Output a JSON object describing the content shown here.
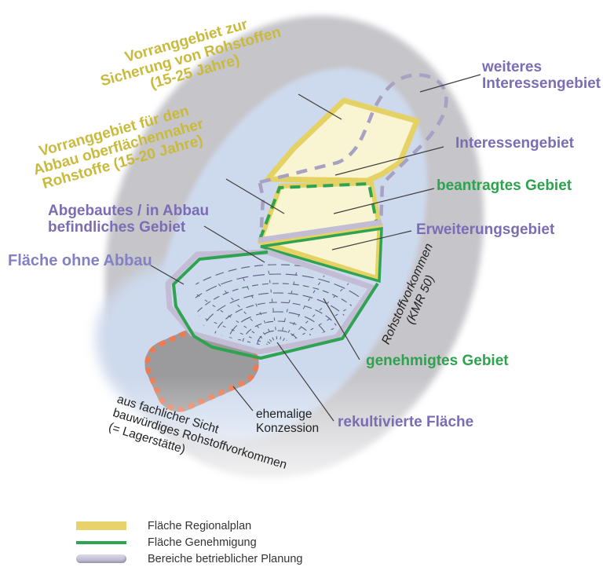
{
  "diagram": {
    "labels": {
      "vorrang_sicherung": "Vorranggebiet zur\nSicherung von Rohstoffen\n(15-25 Jahre)",
      "vorrang_abbau": "Vorranggebiet für den\nAbbau oberflächennaher\nRohstoffe (15-20 Jahre)",
      "weiteres_interessengebiet": "weiteres\nInteressengebiet",
      "interessengebiet": "Interessengebiet",
      "beantragtes_gebiet": "beantragtes Gebiet",
      "erweiterungsgebiet": "Erweiterungsgebiet",
      "abgebautes_gebiet": "Abgebautes / in Abbau\nbefindliches Gebiet",
      "flaeche_ohne_abbau": "Fläche ohne Abbau",
      "genehmigtes_gebiet": "genehmigtes Gebiet",
      "rekultivierte_flaeche": "rekultivierte Fläche",
      "ehemalige_konzession": "ehemalige\nKonzession",
      "rohstoffvorkommen": "Rohstoffvorkommen\n(KMR 50)",
      "lagerstaette": "aus fachlicher Sicht\nbauwürdiges Rohstoffvorkommen\n(= Lagerstätte)"
    },
    "legend": {
      "items": [
        {
          "id": "regionalplan",
          "label": "Fläche Regionalplan"
        },
        {
          "id": "genehmigung",
          "label": "Fläche Genehmigung"
        },
        {
          "id": "betriebliche_planung",
          "label": "Bereiche betrieblicher Planung"
        }
      ]
    },
    "colors": {
      "regionalplan_yellow": "#e5d265",
      "genehmigung_green": "#2fa352",
      "planung_lavender": "#c2bdd5",
      "interessengebiet_dash": "#a7a1c3",
      "rekultivierung_orange": "#ee7a52",
      "rohstoffvorkommen_blue": "#cdd9ec",
      "lagerstaette_gray": "#c6c5c9",
      "label_purple": "#7b6db4",
      "label_green": "#2ea24f",
      "label_yellow": "#c9ba3c"
    }
  }
}
